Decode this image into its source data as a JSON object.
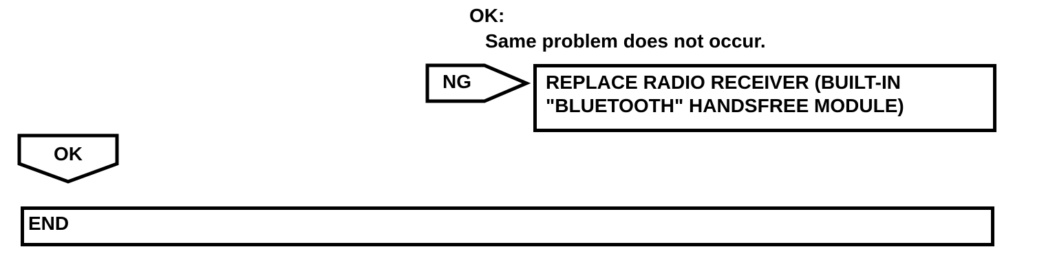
{
  "flowchart": {
    "ok_condition": {
      "label": "OK:",
      "description": "Same problem does not occur."
    },
    "ng_branch": {
      "connector_label": "NG",
      "action": "REPLACE RADIO RECEIVER (BUILT-IN \"BLUETOOTH\" HANDSFREE MODULE)"
    },
    "ok_branch": {
      "connector_label": "OK",
      "terminal": "END"
    }
  },
  "colors": {
    "line": "#000000",
    "text": "#000000",
    "background": "#ffffff"
  }
}
